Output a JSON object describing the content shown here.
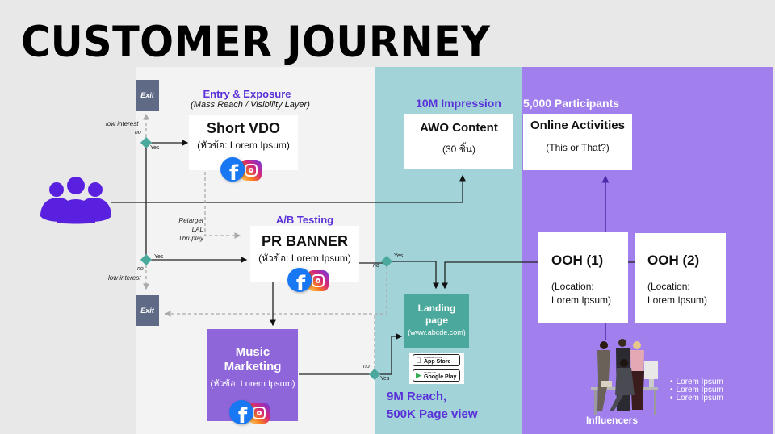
{
  "title": "CUSTOMER JOURNEY",
  "colors": {
    "accent_purple_text": "#5a30d8",
    "zone_light": "#f3f3f3",
    "zone_teal": "#a1d3d9",
    "zone_purple": "#a180ee",
    "exit_box": "#5f6a86",
    "decision_diamond": "#4ba89c",
    "music_box": "#8e66da",
    "customer_icon": "#5a20e0"
  },
  "exits": [
    {
      "label": "Exit"
    },
    {
      "label": "Exit"
    }
  ],
  "decision_labels": {
    "top": {
      "no": "no",
      "yes": "Yes",
      "low_interest": "low interest"
    },
    "middle": {
      "no": "no",
      "yes": "Yes",
      "low_interest": "low interest"
    },
    "banner": {
      "no": "no",
      "yes": "Yes"
    },
    "music": {
      "no": "no",
      "yes": "Yes"
    }
  },
  "entry_section": {
    "heading": "Entry & Exposure",
    "subheading": "(Mass Reach / Visibility Layer)",
    "box_title": "Short VDO",
    "box_sub": "(หัวข้อ: Lorem Ipsum)"
  },
  "retarget_labels": [
    "Retarget",
    "LAL",
    "Thruplay"
  ],
  "ab_section": {
    "heading": "A/B Testing",
    "box_title": "PR BANNER",
    "box_sub": "(หัวข้อ: Lorem Ipsum)"
  },
  "music_box": {
    "title_line1": "Music",
    "title_line2": "Marketing",
    "sub": "(หัวข้อ: Lorem Ipsum)"
  },
  "awo": {
    "stat": "10M Impression",
    "title": "AWO Content",
    "sub": "(30 ชิ้น)"
  },
  "online": {
    "stat": "5,000 Participants",
    "title": "Online Activities",
    "sub": "(This or That?)"
  },
  "landing": {
    "title_line1": "Landing",
    "title_line2": "page",
    "url": "(www.abcde.com)"
  },
  "stores": {
    "apple_pre": "Download on the",
    "apple": "App Store",
    "google_pre": "GET IT ON",
    "google": "Google Play"
  },
  "reach": {
    "line1": "9M Reach,",
    "line2": "500K Page view"
  },
  "ooh": [
    {
      "title": "OOH (1)",
      "line1": "(Location:",
      "line2": "Lorem Ipsum)"
    },
    {
      "title": "OOH (2)",
      "line1": "(Location:",
      "line2": "Lorem Ipsum)"
    }
  ],
  "influencers": {
    "label": "Influencers",
    "bullets": [
      "Lorem Ipsum",
      "Lorem Ipsum",
      "Lorem Ipsum"
    ]
  }
}
